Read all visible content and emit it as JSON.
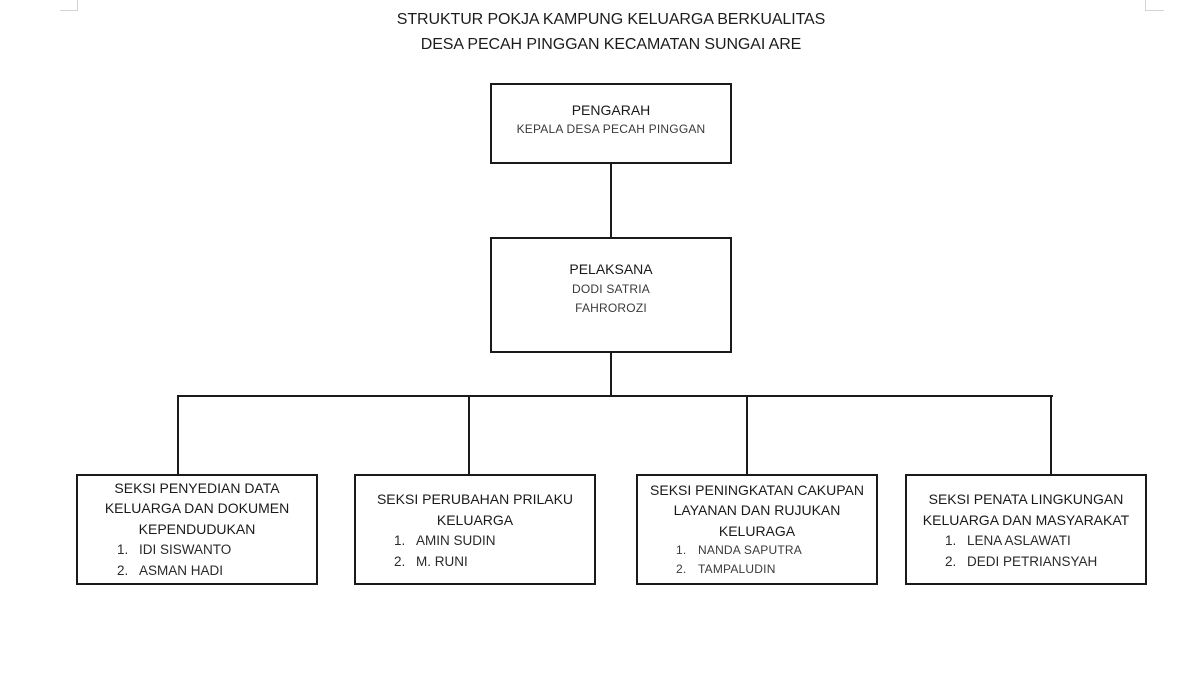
{
  "document": {
    "title_line_1": "STRUKTUR POKJA KAMPUNG KELUARGA BERKUALITAS",
    "title_line_2": "DESA PECAH PINGGAN KECAMATAN SUNGAI ARE"
  },
  "pengarah": {
    "role": "PENGARAH",
    "holder": "KEPALA DESA PECAH PINGGAN"
  },
  "pelaksana": {
    "role": "PELAKSANA",
    "holder_line_1": "DODI SATRIA",
    "holder_line_2": "FAHROROZI"
  },
  "seksi": [
    {
      "title_lines": [
        "SEKSI PENYEDIAN DATA",
        "KELUARGA DAN DOKUMEN",
        "KEPENDUDUKAN"
      ],
      "members": [
        {
          "num": "1.",
          "name": "IDI SISWANTO"
        },
        {
          "num": "2.",
          "name": "ASMAN HADI"
        }
      ]
    },
    {
      "title_lines": [
        "SEKSI PERUBAHAN PRILAKU",
        "KELUARGA"
      ],
      "members": [
        {
          "num": "1.",
          "name": "AMIN SUDIN"
        },
        {
          "num": "2.",
          "name": "M. RUNI"
        }
      ]
    },
    {
      "title_lines": [
        "SEKSI PENINGKATAN CAKUPAN",
        "LAYANAN DAN RUJUKAN",
        "KELURAGA"
      ],
      "members": [
        {
          "num": "1.",
          "name": "NANDA SAPUTRA"
        },
        {
          "num": "2.",
          "name": "TAMPALUDIN"
        }
      ]
    },
    {
      "title_lines": [
        "SEKSI PENATA LINGKUNGAN",
        "KELUARGA DAN MASYARAKAT"
      ],
      "members": [
        {
          "num": "1.",
          "name": "LENA ASLAWATI"
        },
        {
          "num": "2.",
          "name": "DEDI PETRIANSYAH"
        }
      ]
    }
  ]
}
